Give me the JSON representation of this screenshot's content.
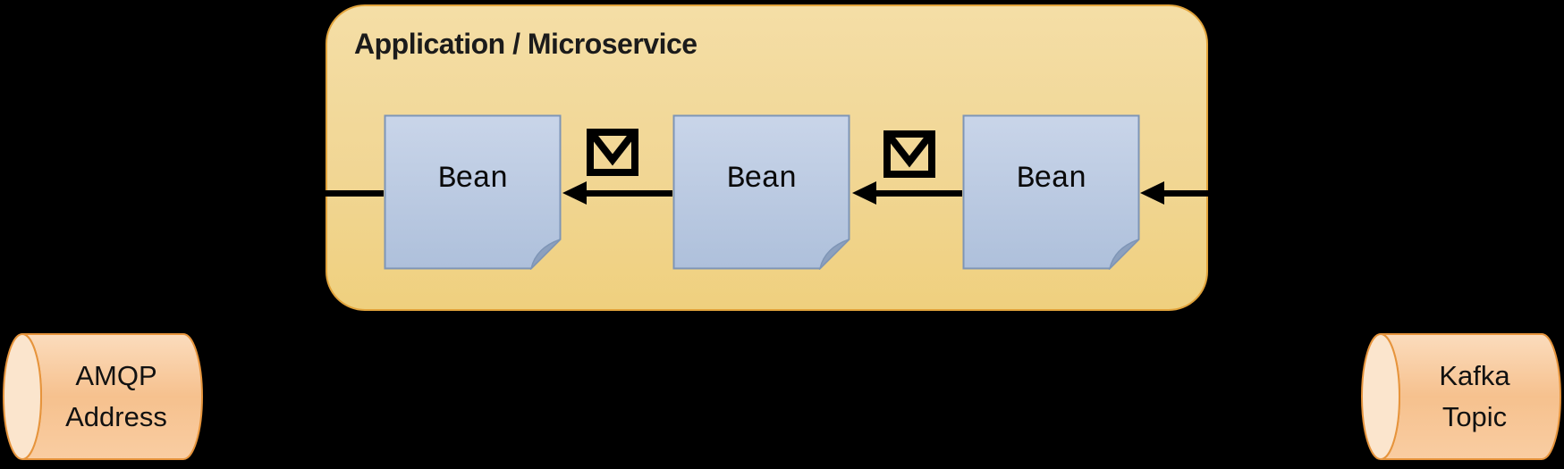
{
  "diagram": {
    "application_box": {
      "title": "Application / Microservice"
    },
    "beans": [
      {
        "label": "Bean"
      },
      {
        "label": "Bean"
      },
      {
        "label": "Bean"
      }
    ],
    "queues": {
      "amqp": {
        "line1": "AMQP",
        "line2": "Address"
      },
      "kafka": {
        "line1": "Kafka",
        "line2": "Topic"
      }
    },
    "icons": {
      "message_icons": [
        "message-envelope-icon",
        "message-envelope-icon"
      ]
    },
    "flow": {
      "direction": "right-to-left",
      "description_arrows": 4
    },
    "colors": {
      "background": "#000000",
      "app_box_fill_top": "#F4DEA6",
      "app_box_fill_bottom": "#EFD07E",
      "app_box_border": "#E2A43C",
      "bean_fill_top": "#C9D5E9",
      "bean_fill_bottom": "#AEC0DB",
      "bean_border": "#7E95B6",
      "bean_fold": "#8CA0BE",
      "cylinder_fill": "#F7C492",
      "cylinder_cap_fill": "#FBE5CD",
      "cylinder_border": "#E6943C",
      "arrow": "#000000",
      "text": "#111111"
    }
  }
}
